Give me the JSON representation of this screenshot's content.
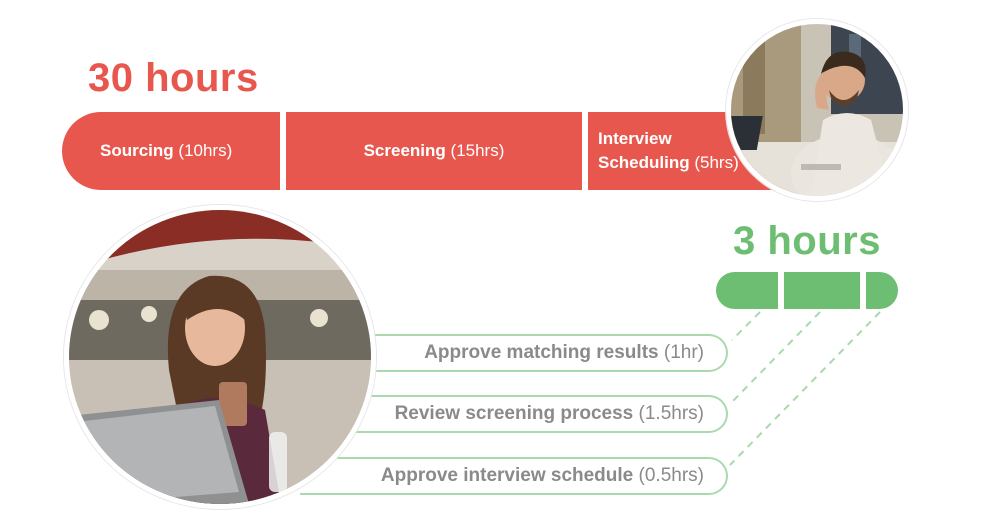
{
  "manual": {
    "total_label": "30 hours",
    "segments": [
      {
        "name": "Sourcing",
        "duration": "(10hrs)"
      },
      {
        "name": "Screening",
        "duration": "(15hrs)"
      },
      {
        "name_line1": "Interview",
        "name_line2": "Scheduling",
        "duration": "(5hrs)"
      }
    ]
  },
  "automated": {
    "total_label": "3 hours",
    "tasks": [
      {
        "name": "Approve matching results",
        "duration": "(1hr)"
      },
      {
        "name": "Review screening process",
        "duration": "(1.5hrs)"
      },
      {
        "name": "Approve interview schedule",
        "duration": "(0.5hrs)"
      }
    ]
  },
  "colors": {
    "manual_red": "#e8574e",
    "automated_green": "#6dbd72",
    "pill_border": "#a9d9ad",
    "task_text": "#8a8a8a"
  },
  "images": {
    "top_right": "stressed-man-photo",
    "bottom_left": "smiling-woman-photo"
  }
}
